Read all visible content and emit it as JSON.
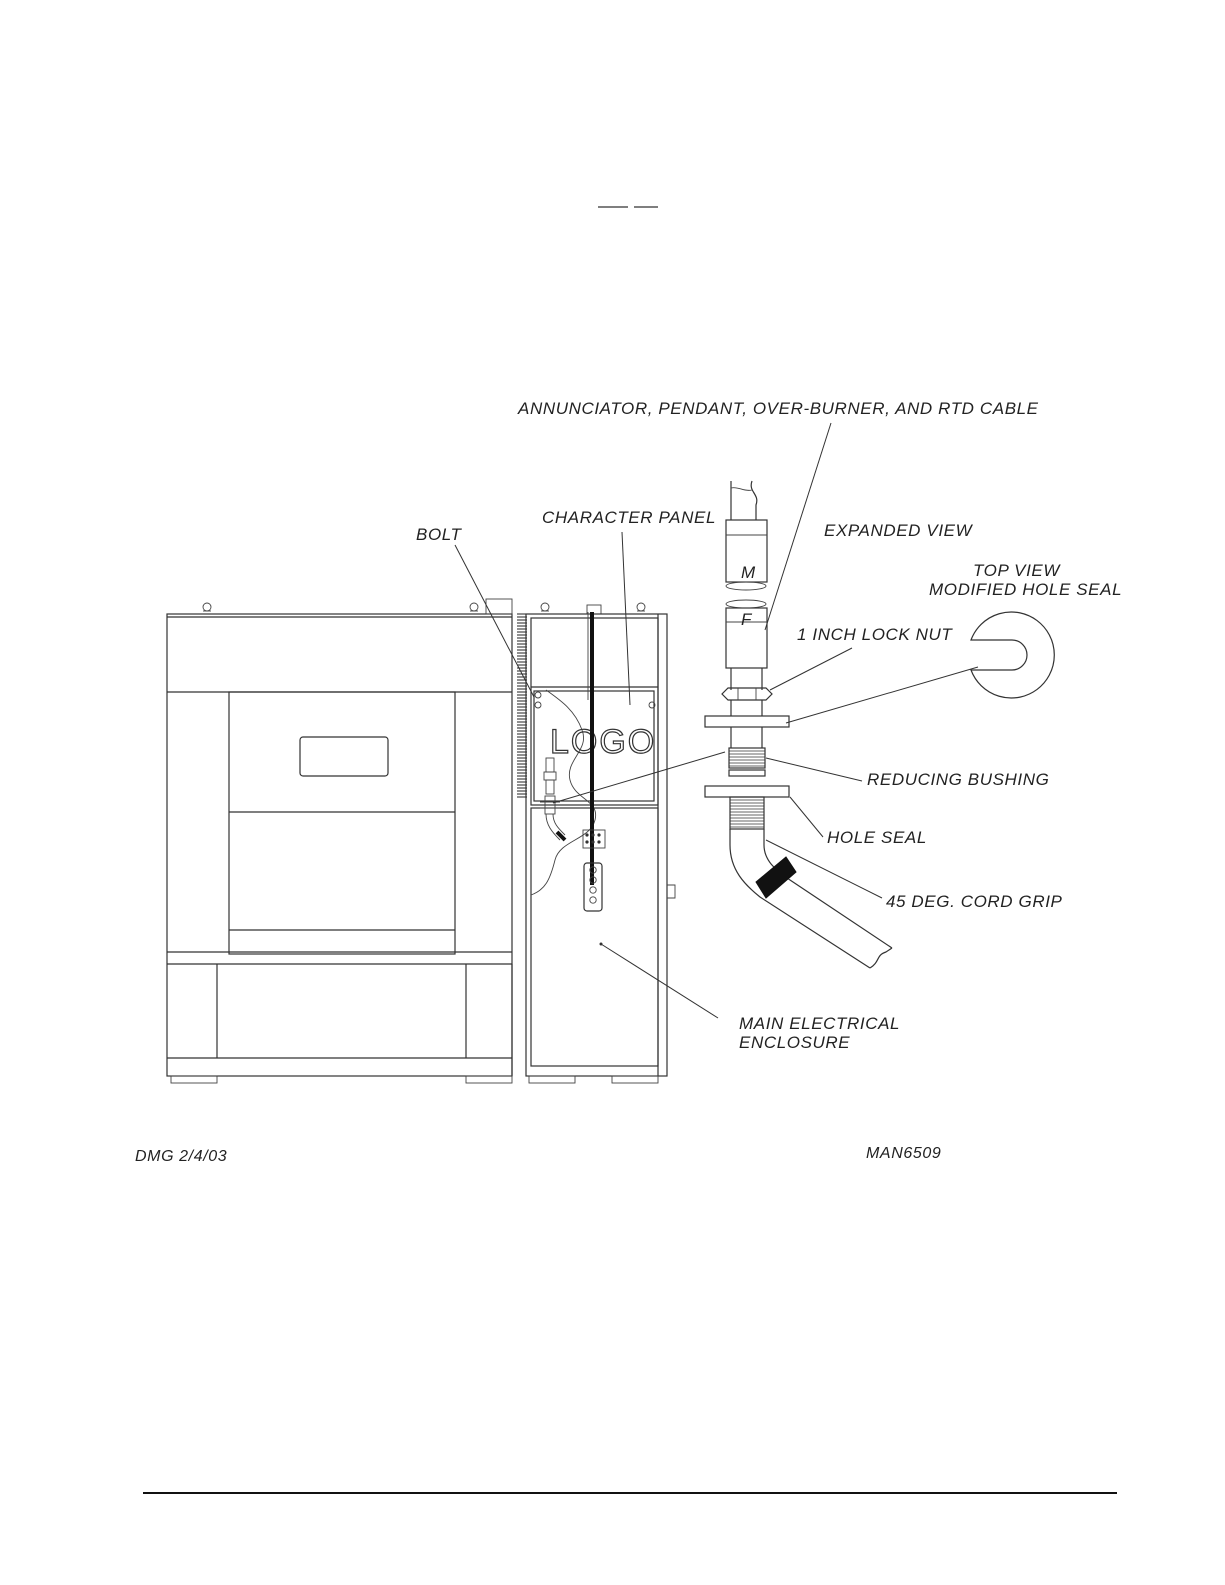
{
  "labels": {
    "cable": "ANNUNCIATOR, PENDANT, OVER-BURNER, AND RTD CABLE",
    "character_panel": "CHARACTER PANEL",
    "bolt": "BOLT",
    "expanded_view": "EXPANDED VIEW",
    "top_view_line1": "TOP VIEW",
    "top_view_line2": "MODIFIED HOLE SEAL",
    "lock_nut": "1 INCH LOCK NUT",
    "reducing_bushing": "REDUCING BUSHING",
    "hole_seal": "HOLE SEAL",
    "cord_grip": "45 DEG. CORD GRIP",
    "enclosure_line1": "MAIN ELECTRICAL",
    "enclosure_line2": "ENCLOSURE",
    "connector_male": "M",
    "connector_female": "F",
    "logo": "LOGO"
  },
  "footer": {
    "author_date": "DMG 2/4/03",
    "drawing_number": "MAN6509"
  },
  "colors": {
    "line": "#333333",
    "background": "#ffffff"
  }
}
